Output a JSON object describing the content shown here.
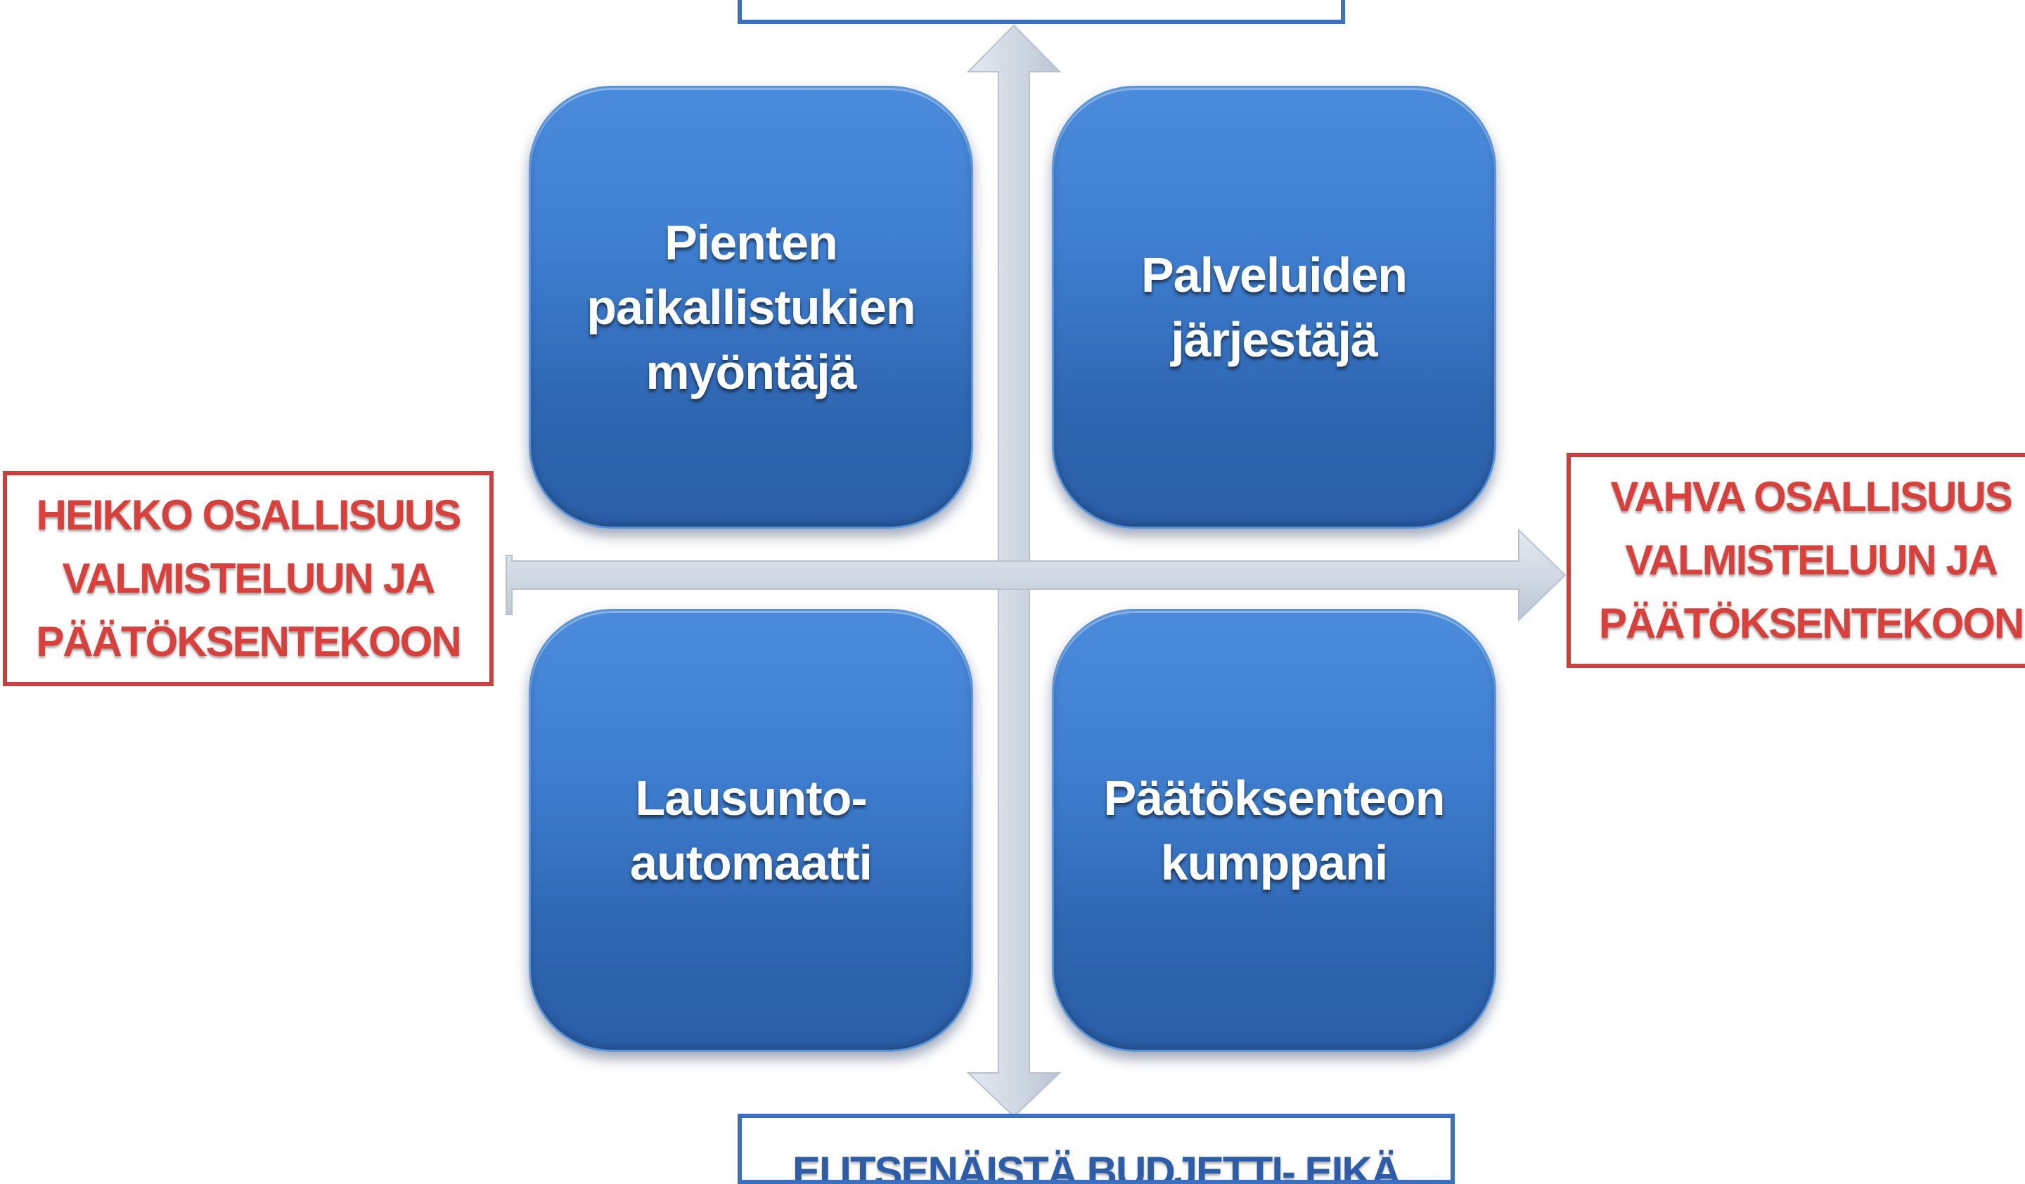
{
  "quadrants": {
    "top_left": "Pienten\npaikallistukien\nmyöntäjä",
    "top_right": "Palveluiden\njärjestäjä",
    "bottom_left": "Lausunto-\nautomaatti",
    "bottom_right": "Päätöksenteon\nkumppani"
  },
  "axis_labels": {
    "left": "HEIKKO OSALLISUUS\nVALMISTELUUN JA\nPÄÄTÖKSENTEKOON",
    "right": "VAHVA OSALLISUUS\nVALMISTELUUN JA\nPÄÄTÖKSENTEKOON",
    "top": "",
    "bottom": "EI ITSENÄISTÄ BUDJETTI- EIKÄ"
  },
  "colors": {
    "quadrant_fill": "#3f7fd1",
    "axis_arrow": "#d3dbe6",
    "axis_label_text": "#d9403b",
    "axis_label_border": "#c8413f",
    "vertical_label_border": "#3b6fc0",
    "vertical_label_text": "#2d5ca8"
  }
}
